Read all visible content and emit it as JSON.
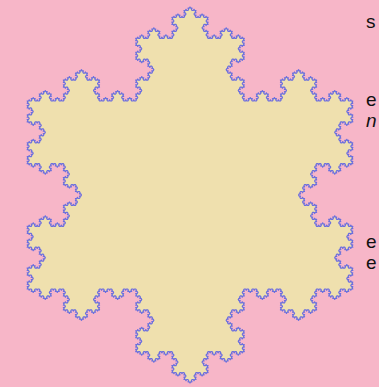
{
  "diagram": {
    "labels": [
      "s",
      "e",
      "n",
      "e",
      "e"
    ]
  }
}
